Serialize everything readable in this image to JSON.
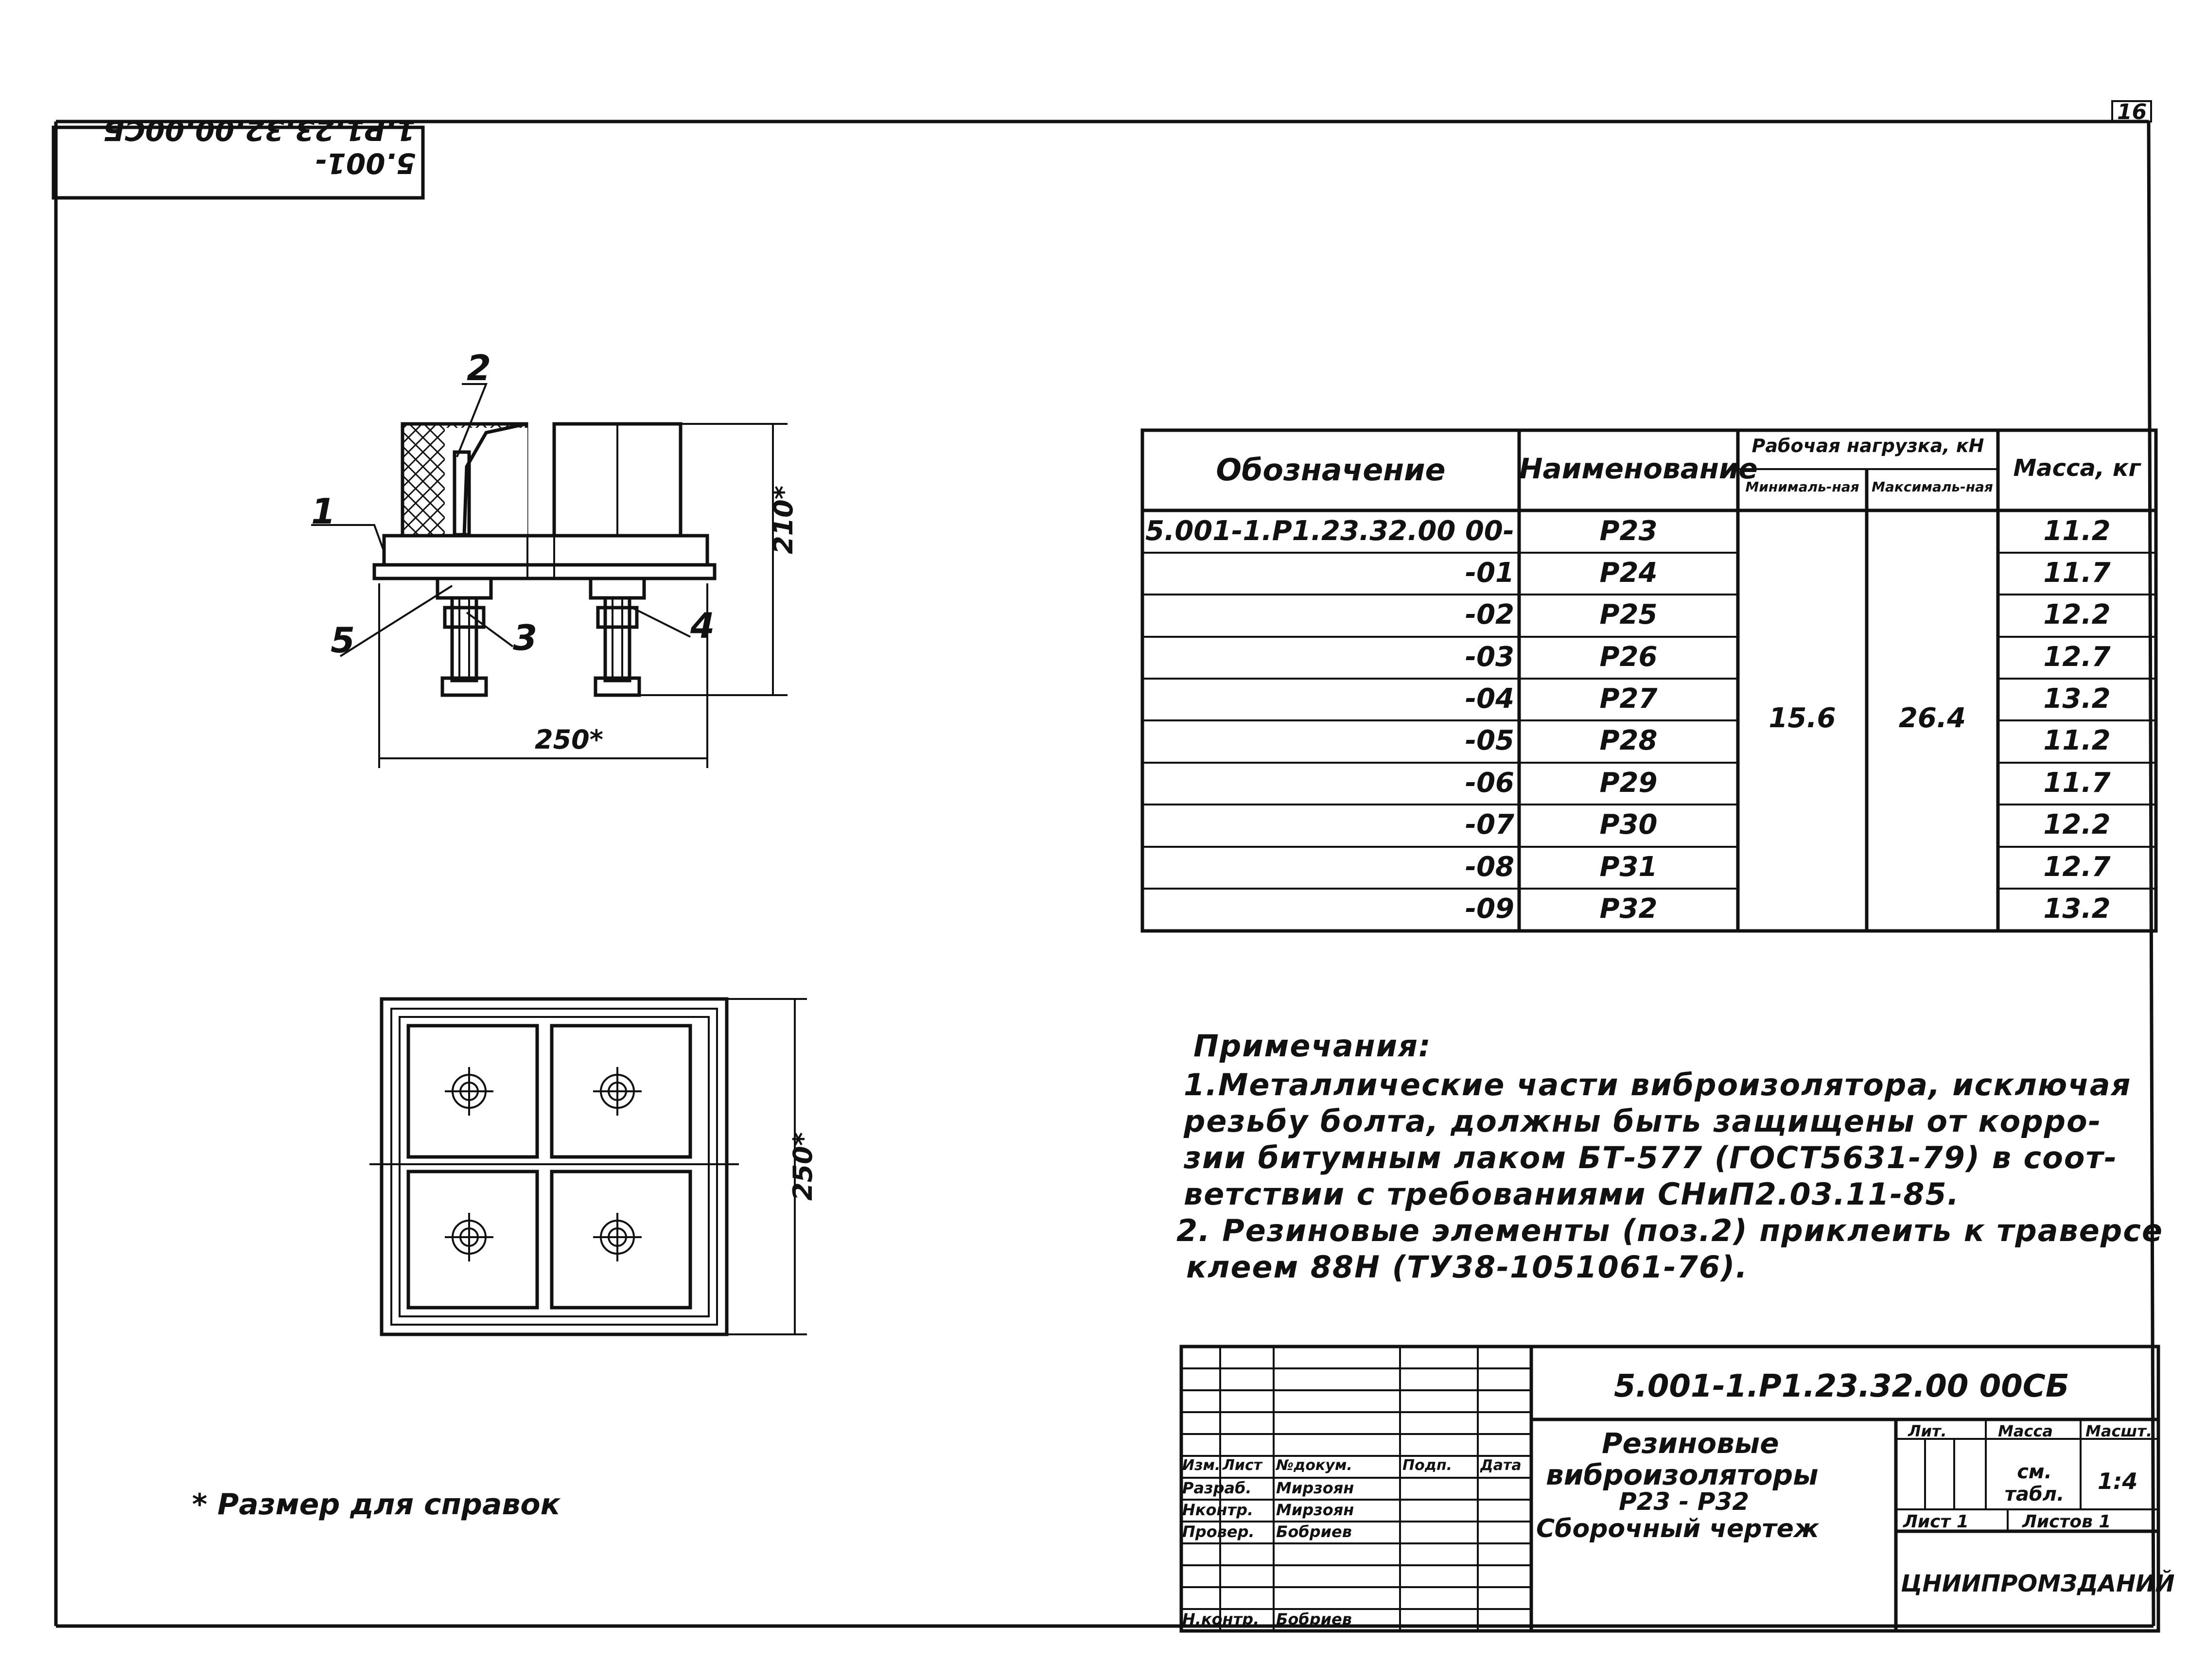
{
  "sheet": {
    "page_number": "16",
    "stamp_code": "5.001-1.P1.23.32.00.00СБ",
    "footnote": "* Размер для справок"
  },
  "drawing": {
    "callouts": [
      "1",
      "2",
      "3",
      "4",
      "5"
    ],
    "dim_height": "210*",
    "dim_width": "250*",
    "dim_plan": "250*"
  },
  "spec_table": {
    "headers": {
      "designation": "Обозначение",
      "name": "Наименование",
      "working_load": "Рабочая нагрузка, кН",
      "min_load": "Минималь-ная",
      "max_load": "Максималь-ная",
      "mass": "Масса, кг"
    },
    "rows": [
      {
        "designation": "5.001-1.P1.23.32.00 00-",
        "name": "P23",
        "mass": "11.2"
      },
      {
        "designation": "-01",
        "name": "P24",
        "mass": "11.7"
      },
      {
        "designation": "-02",
        "name": "P25",
        "mass": "12.2"
      },
      {
        "designation": "-03",
        "name": "P26",
        "mass": "12.7"
      },
      {
        "designation": "-04",
        "name": "P27",
        "mass": "13.2"
      },
      {
        "designation": "-05",
        "name": "P28",
        "mass": "11.2"
      },
      {
        "designation": "-06",
        "name": "P29",
        "mass": "11.7"
      },
      {
        "designation": "-07",
        "name": "P30",
        "mass": "12.2"
      },
      {
        "designation": "-08",
        "name": "P31",
        "mass": "12.7"
      },
      {
        "designation": "-09",
        "name": "P32",
        "mass": "13.2"
      }
    ],
    "min_load_value": "15.6",
    "max_load_value": "26.4"
  },
  "notes": {
    "title": "Примечания:",
    "lines": [
      "1.Металлические части виброизолятора, исключая",
      "резьбу болта, должны быть защищены от корро-",
      "зии битумным лаком БТ-577 (ГОСТ5631-79) в соот-",
      "ветствии с требованиями СНиП2.03.11-85.",
      "2. Резиновые элементы (поз.2) приклеить к траверсе",
      "клеем 88Н (ТУ38-1051061-76)."
    ]
  },
  "title_block": {
    "document_code": "5.001-1.P1.23.32.00 00СБ",
    "title_lines": [
      "Резиновые",
      "виброизоляторы",
      "P23 - P32",
      "Сборочный чертеж"
    ],
    "col_headers": [
      "Изм.",
      "Лист",
      "№докум.",
      "Подп.",
      "Дата"
    ],
    "roles": [
      {
        "role": "Разраб.",
        "name": "Мирзоян"
      },
      {
        "role": "Нконтр.",
        "name": "Мирзоян"
      },
      {
        "role": "Провер.",
        "name": "Бобриев"
      }
    ],
    "approved": {
      "role": "Н.контр.",
      "name": "Бобриев"
    },
    "lit_label": "Лит.",
    "mass_label": "Масса",
    "scale_label": "Масшт.",
    "mass_value": "см. табл.",
    "scale_value": "1:4",
    "sheet_label": "Лист 1",
    "sheets_label": "Листов 1",
    "organization": "ЦНИИПРОМЗДАНИЙ"
  }
}
